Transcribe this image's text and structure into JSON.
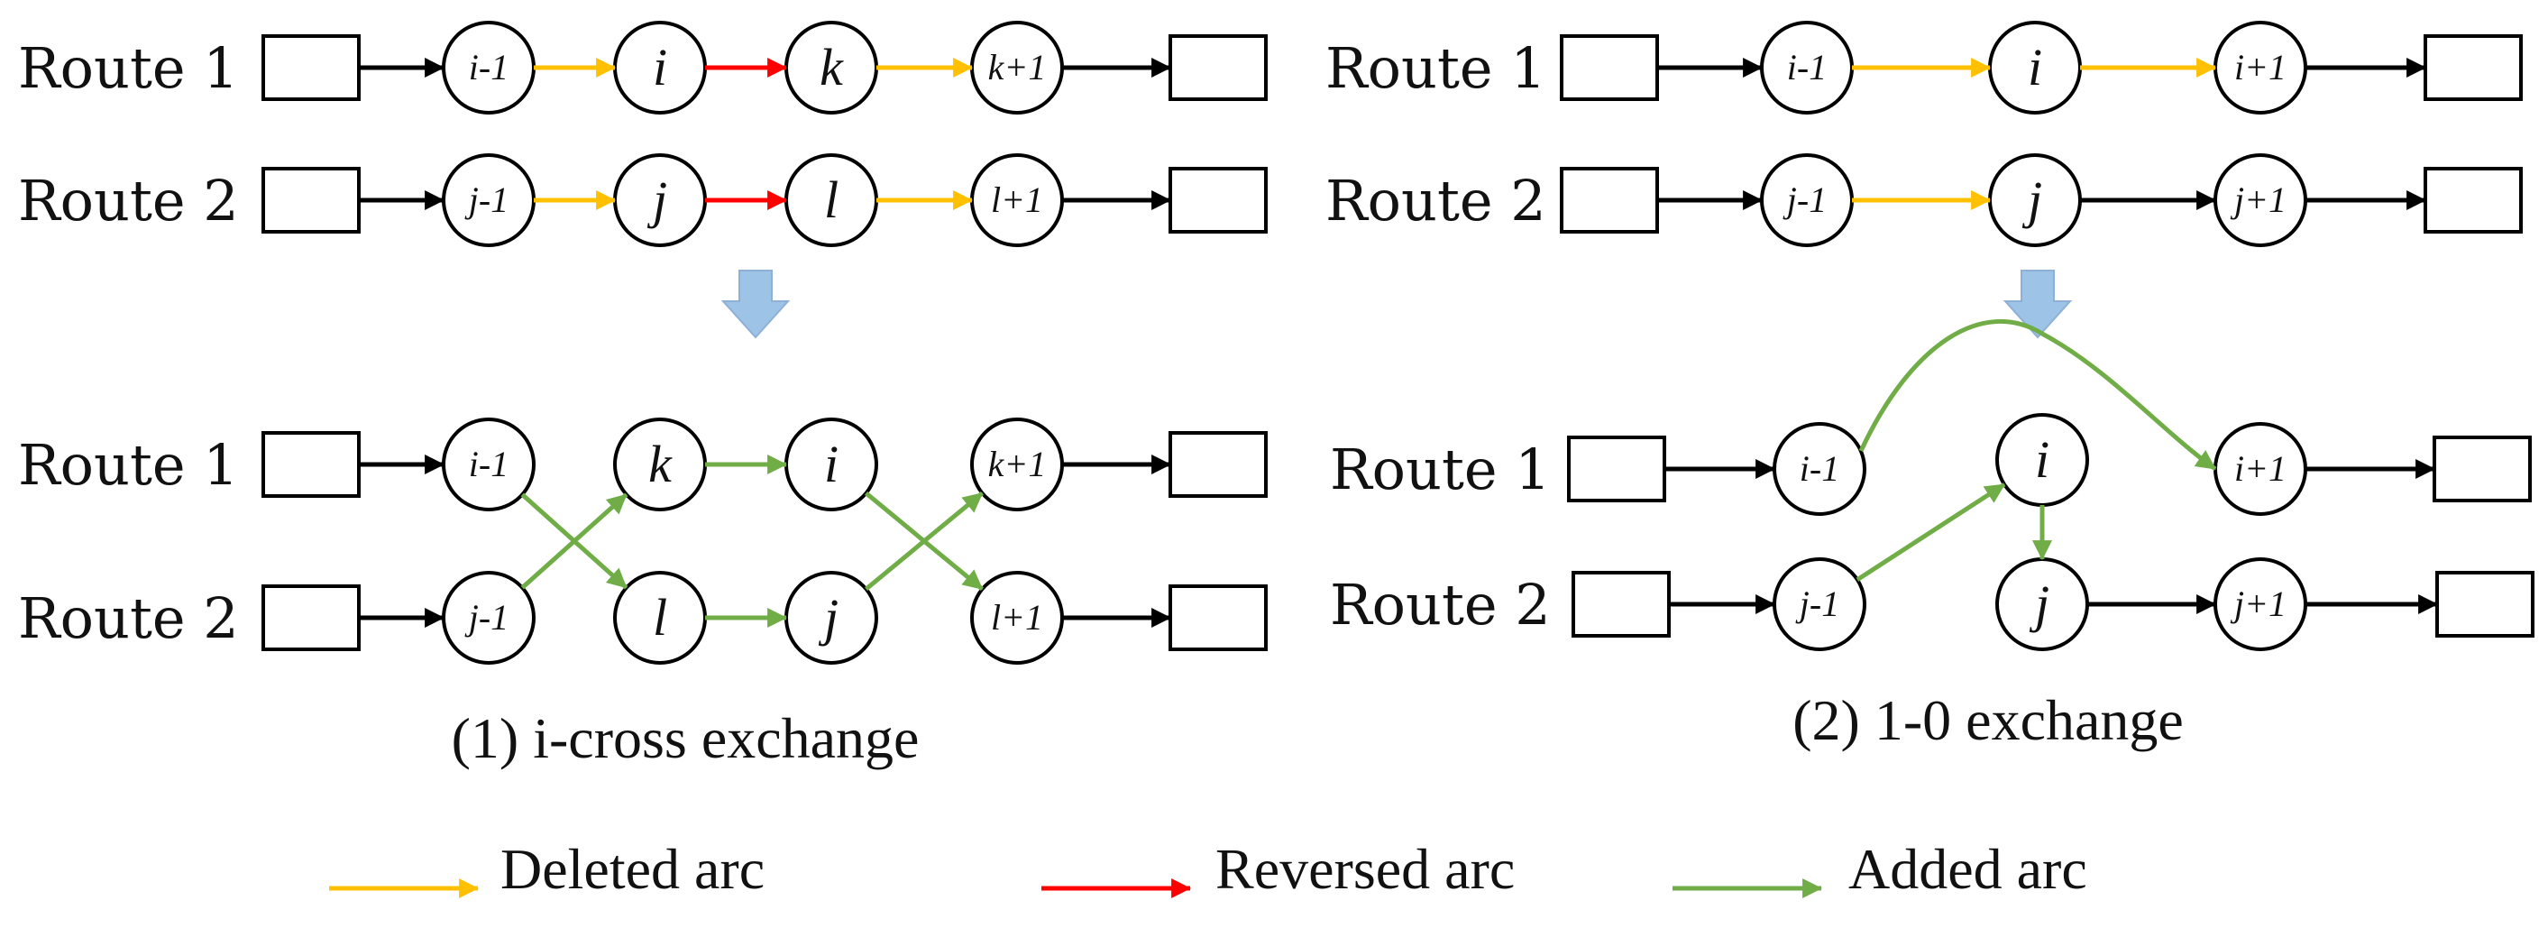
{
  "colors": {
    "deleted": "#ffc000",
    "reversed": "#ff0000",
    "added": "#70ad47",
    "plain": "#000000",
    "transform_arrow": "#9dc3e6"
  },
  "panels": [
    {
      "id": "i-cross",
      "caption": "(1) i-cross exchange",
      "before": {
        "route1": {
          "label": "Route 1",
          "nodes": [
            "i-1",
            "i",
            "k",
            "k+1"
          ]
        },
        "route2": {
          "label": "Route 2",
          "nodes": [
            "j-1",
            "j",
            "l",
            "l+1"
          ]
        }
      },
      "after": {
        "route1": {
          "label": "Route 1",
          "nodes": [
            "i-1",
            "k",
            "i",
            "k+1"
          ]
        },
        "route2": {
          "label": "Route 2",
          "nodes": [
            "j-1",
            "l",
            "j",
            "l+1"
          ]
        }
      }
    },
    {
      "id": "one-zero",
      "caption": "(2) 1-0 exchange",
      "before": {
        "route1": {
          "label": "Route 1",
          "nodes": [
            "i-1",
            "i",
            "i+1"
          ]
        },
        "route2": {
          "label": "Route 2",
          "nodes": [
            "j-1",
            "j",
            "j+1"
          ]
        }
      },
      "after": {
        "route1": {
          "label": "Route 1",
          "nodes": [
            "i-1",
            "i",
            "i+1"
          ]
        },
        "route2": {
          "label": "Route 2",
          "nodes": [
            "j-1",
            "j",
            "j+1"
          ]
        }
      }
    }
  ],
  "legend": [
    {
      "label": "Deleted arc",
      "color_key": "deleted"
    },
    {
      "label": "Reversed arc",
      "color_key": "reversed"
    },
    {
      "label": "Added arc",
      "color_key": "added"
    }
  ]
}
